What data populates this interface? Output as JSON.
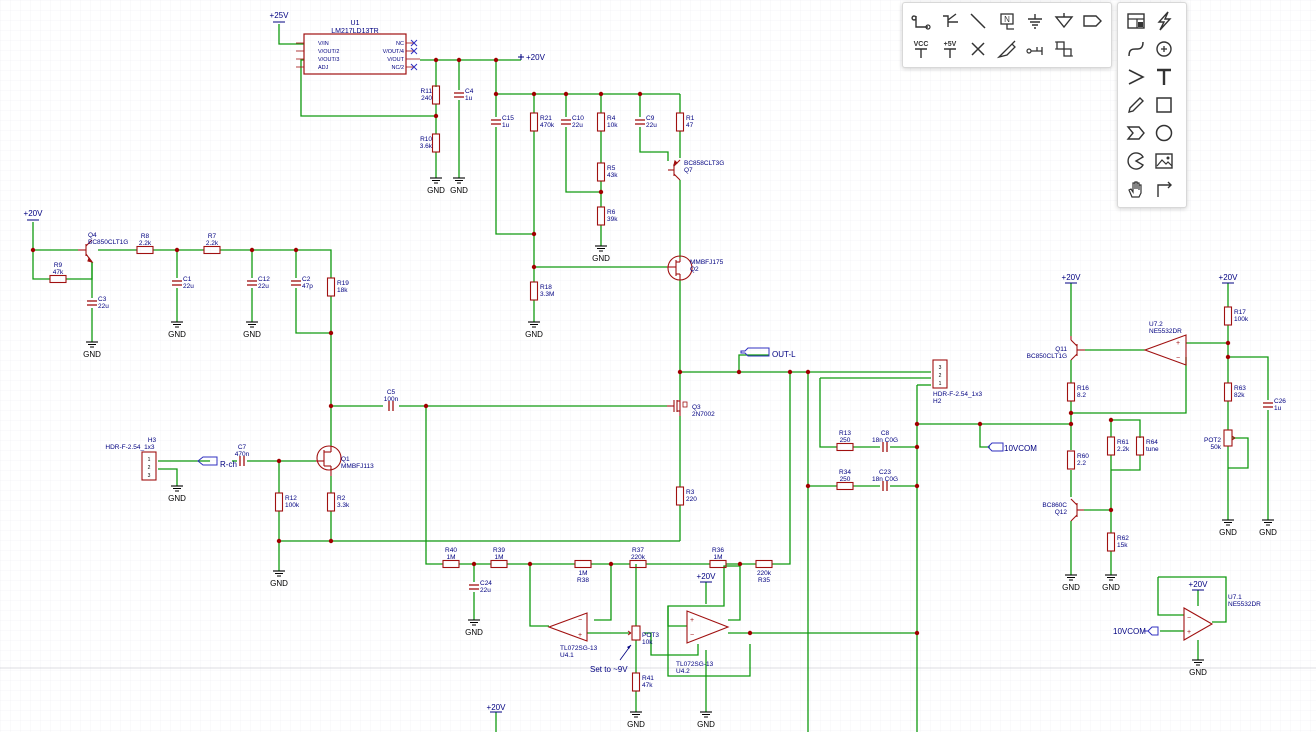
{
  "colors": {
    "wire": "#109a10",
    "part": "#a01010",
    "text": "#000080",
    "junction": "#a00000",
    "grid": "#e8e8ee",
    "toolbar": "#333333",
    "canvas": "#ffffff"
  },
  "toolbar_top": {
    "tools": [
      {
        "name": "wire-tool-icon"
      },
      {
        "name": "bus-tool-icon"
      },
      {
        "name": "line-tool-icon"
      },
      {
        "name": "net-label-tool-icon"
      },
      {
        "name": "ground-tool-icon"
      },
      {
        "name": "triangle-tool-icon"
      },
      {
        "name": "net-port-tool-icon"
      },
      {
        "name": "vcc-tool-icon",
        "label": "VCC"
      },
      {
        "name": "plus5v-tool-icon",
        "label": "+5V"
      },
      {
        "name": "no-connect-tool-icon"
      },
      {
        "name": "probe-tool-icon"
      },
      {
        "name": "pin-tool-icon"
      },
      {
        "name": "group-tool-icon"
      }
    ]
  },
  "toolbar_right": {
    "tools": [
      {
        "name": "sheet-tool-icon"
      },
      {
        "name": "bezier-bolt-icon"
      },
      {
        "name": "arc-tool-icon"
      },
      {
        "name": "circle-plus-icon"
      },
      {
        "name": "polyline-tool-icon"
      },
      {
        "name": "text-tool-icon"
      },
      {
        "name": "pencil-tool-icon"
      },
      {
        "name": "rectangle-tool-icon"
      },
      {
        "name": "polygon-tool-icon"
      },
      {
        "name": "circle-tool-icon"
      },
      {
        "name": "pie-tool-icon"
      },
      {
        "name": "image-tool-icon"
      },
      {
        "name": "pan-hand-icon"
      },
      {
        "name": "connector-tool-icon"
      }
    ]
  },
  "schematic": {
    "u1": {
      "ref": "U1",
      "value": "LM217LD13TR",
      "pins_left": [
        "V/IN",
        "V/OUT/2",
        "V/OUT/3",
        "ADJ"
      ],
      "pins_right": [
        "NC",
        "V/OUT/4",
        "V/OUT",
        "NC/2"
      ]
    },
    "power_labels": {
      "p25v": "+25V",
      "p20v_top": "+20V",
      "p20v_left": "+20V",
      "p20v_u72": "+20V",
      "p20v_pot2": "+20V",
      "p20v_u42": "+20V",
      "p20v_u71": "+20V",
      "p20v_bottom": "+20V"
    },
    "gnd": "GND",
    "parts": [
      {
        "id": "r11",
        "ref": "R11",
        "value": "240"
      },
      {
        "id": "c4",
        "ref": "C4",
        "value": "1u"
      },
      {
        "id": "r10",
        "ref": "R10",
        "value": "3.6k"
      },
      {
        "id": "c15",
        "ref": "C15",
        "value": "1u"
      },
      {
        "id": "r21",
        "ref": "R21",
        "value": "470k"
      },
      {
        "id": "c10",
        "ref": "C10",
        "value": "22u"
      },
      {
        "id": "r4",
        "ref": "R4",
        "value": "10k"
      },
      {
        "id": "c9",
        "ref": "C9",
        "value": "22u"
      },
      {
        "id": "r1",
        "ref": "R1",
        "value": "47"
      },
      {
        "id": "r5",
        "ref": "R5",
        "value": "43k"
      },
      {
        "id": "r6",
        "ref": "R6",
        "value": "39k"
      },
      {
        "id": "r18",
        "ref": "R18",
        "value": "3.3M"
      },
      {
        "id": "r9",
        "ref": "R9",
        "value": "47k"
      },
      {
        "id": "r8",
        "ref": "R8",
        "value": "2.2k"
      },
      {
        "id": "r7",
        "ref": "R7",
        "value": "2.2k"
      },
      {
        "id": "c3",
        "ref": "C3",
        "value": "22u"
      },
      {
        "id": "c1",
        "ref": "C1",
        "value": "22u"
      },
      {
        "id": "c12",
        "ref": "C12",
        "value": "22u"
      },
      {
        "id": "c2",
        "ref": "C2",
        "value": "47p"
      },
      {
        "id": "r19",
        "ref": "R19",
        "value": "18k"
      },
      {
        "id": "c5",
        "ref": "C5",
        "value": "100n"
      },
      {
        "id": "c7",
        "ref": "C7",
        "value": "470n"
      },
      {
        "id": "r12",
        "ref": "R12",
        "value": "100k"
      },
      {
        "id": "r2",
        "ref": "R2",
        "value": "3.3k"
      },
      {
        "id": "r3",
        "ref": "R3",
        "value": "220"
      },
      {
        "id": "r13",
        "ref": "R13",
        "value": "250"
      },
      {
        "id": "c8",
        "ref": "C8",
        "value": "18n C0G"
      },
      {
        "id": "r34",
        "ref": "R34",
        "value": "250"
      },
      {
        "id": "c23",
        "ref": "C23",
        "value": "18n C0G"
      },
      {
        "id": "r40",
        "ref": "R40",
        "value": "1M"
      },
      {
        "id": "r39",
        "ref": "R39",
        "value": "1M"
      },
      {
        "id": "r38",
        "ref": "R38",
        "value": "1M"
      },
      {
        "id": "r37",
        "ref": "R37",
        "value": "220k"
      },
      {
        "id": "r36",
        "ref": "R36",
        "value": "1M"
      },
      {
        "id": "r35",
        "ref": "R35",
        "value": "220k"
      },
      {
        "id": "c24",
        "ref": "C24",
        "value": "22u"
      },
      {
        "id": "r41",
        "ref": "R41",
        "value": "47k"
      },
      {
        "id": "r17",
        "ref": "R17",
        "value": "100k"
      },
      {
        "id": "r16",
        "ref": "R16",
        "value": "8.2"
      },
      {
        "id": "r63",
        "ref": "R63",
        "value": "82k"
      },
      {
        "id": "c26",
        "ref": "C26",
        "value": "1u"
      },
      {
        "id": "r61",
        "ref": "R61",
        "value": "2.2k"
      },
      {
        "id": "r64",
        "ref": "R64",
        "value": "tune"
      },
      {
        "id": "r60",
        "ref": "R60",
        "value": "2.2"
      },
      {
        "id": "r62",
        "ref": "R62",
        "value": "15k"
      }
    ],
    "transistors": {
      "q4": {
        "ref": "Q4",
        "value": "BC850CLT1G"
      },
      "q7": {
        "ref": "Q7",
        "value": "BC858CLT3G"
      },
      "q2": {
        "ref": "Q2",
        "value": "MMBFJ175"
      },
      "q3": {
        "ref": "Q3",
        "value": "2N7002"
      },
      "q1": {
        "ref": "Q1",
        "value": "MMBFJ113"
      },
      "q11": {
        "ref": "Q11",
        "value": "BC850CLT1G"
      },
      "q12": {
        "ref": "Q12",
        "value": "BC860C"
      }
    },
    "opamps": {
      "u41": {
        "ref": "U4.1",
        "value": "TL072SG-13"
      },
      "u42": {
        "ref": "U4.2",
        "value": "TL072SG-13"
      },
      "u72": {
        "ref": "U7.2",
        "value": "NE5532DR"
      },
      "u71": {
        "ref": "U7.1",
        "value": "NE5532DR"
      }
    },
    "pots": {
      "pot3": {
        "ref": "POT3",
        "value": "10k",
        "note": "Set to ~9V"
      },
      "pot2": {
        "ref": "POT2",
        "value": "50k"
      }
    },
    "connectors": {
      "h3": {
        "ref": "H3",
        "value": "HDR-F-2.54_1x3"
      },
      "h2": {
        "ref": "H2",
        "value": "HDR-F-2.54_1x3"
      }
    },
    "net_labels": {
      "out_l": "OUT-L",
      "r_ch": "R-ch",
      "vcom_mid": "10VCOM",
      "vcom_bottom": "10VCOM"
    }
  }
}
